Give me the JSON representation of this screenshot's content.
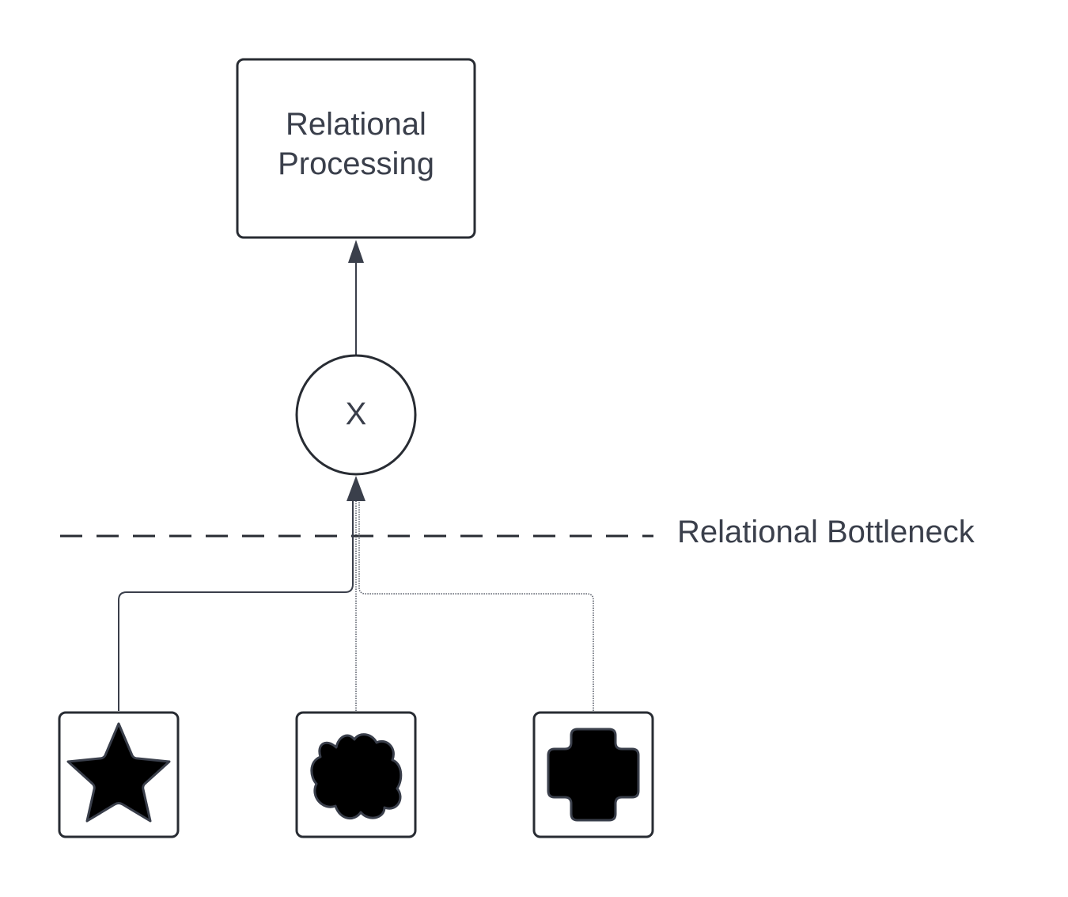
{
  "nodes": {
    "processing": {
      "line1": "Relational",
      "line2": "Processing"
    },
    "operator": {
      "symbol": "X"
    },
    "bottleneck": {
      "label": "Relational Bottleneck"
    },
    "inputs": [
      {
        "shape": "star-icon"
      },
      {
        "shape": "cloud-icon"
      },
      {
        "shape": "cross-icon"
      }
    ]
  },
  "colors": {
    "stroke": "#282c33",
    "text": "#3a3f4b",
    "fill": "#000000"
  }
}
